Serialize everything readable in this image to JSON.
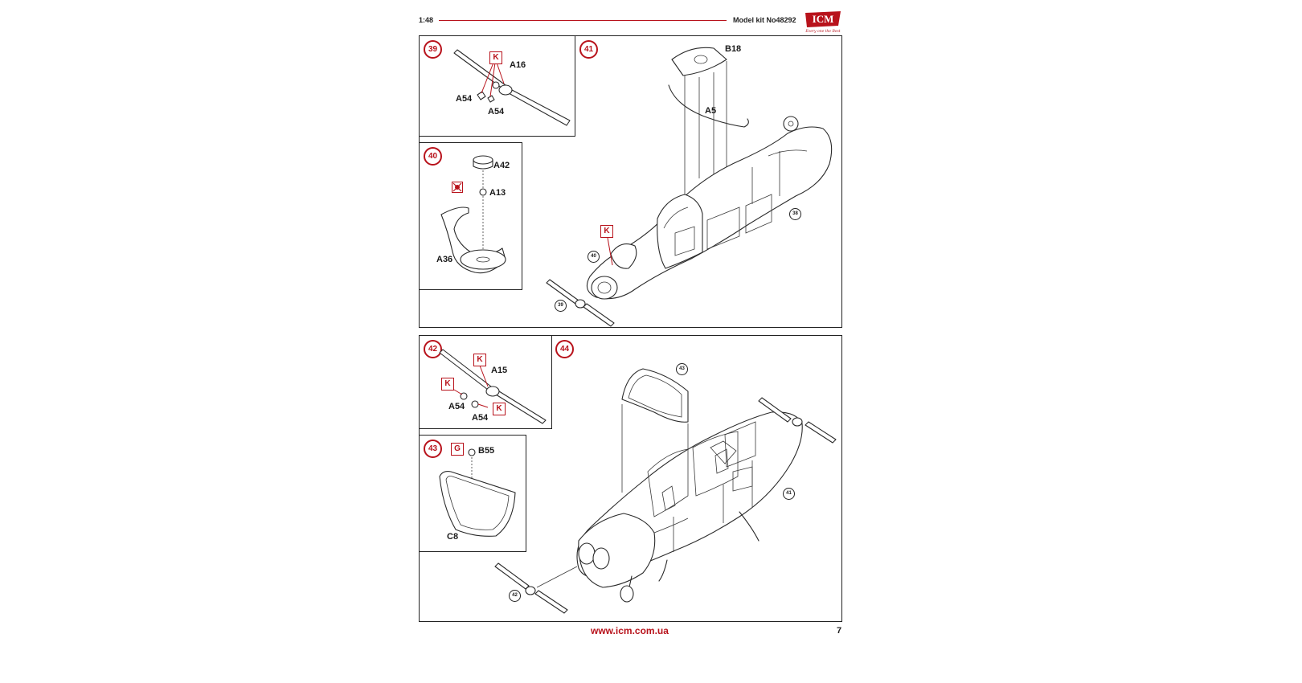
{
  "header": {
    "scale": "1:48",
    "kit": "Model kit No48292",
    "logo": "ICM",
    "logo_tagline": "Every one the Best",
    "accent_color": "#b8121b"
  },
  "steps": [
    {
      "number": "39",
      "parts": [
        "A16",
        "A54",
        "A54"
      ],
      "tag": "K"
    },
    {
      "number": "40",
      "parts": [
        "A42",
        "A13",
        "A36"
      ],
      "icon": "no-glue-icon"
    },
    {
      "number": "41",
      "parts": [
        "B18",
        "A5"
      ],
      "tag": "K",
      "refs": [
        "38",
        "40",
        "39"
      ]
    },
    {
      "number": "42",
      "parts": [
        "A15",
        "A54",
        "A54"
      ],
      "tags": [
        "K",
        "K",
        "K"
      ]
    },
    {
      "number": "43",
      "parts": [
        "B55",
        "C8"
      ],
      "tag": "G"
    },
    {
      "number": "44",
      "refs": [
        "43",
        "41",
        "42"
      ]
    }
  ],
  "footer": {
    "url": "www.icm.com.ua",
    "page": "7"
  }
}
